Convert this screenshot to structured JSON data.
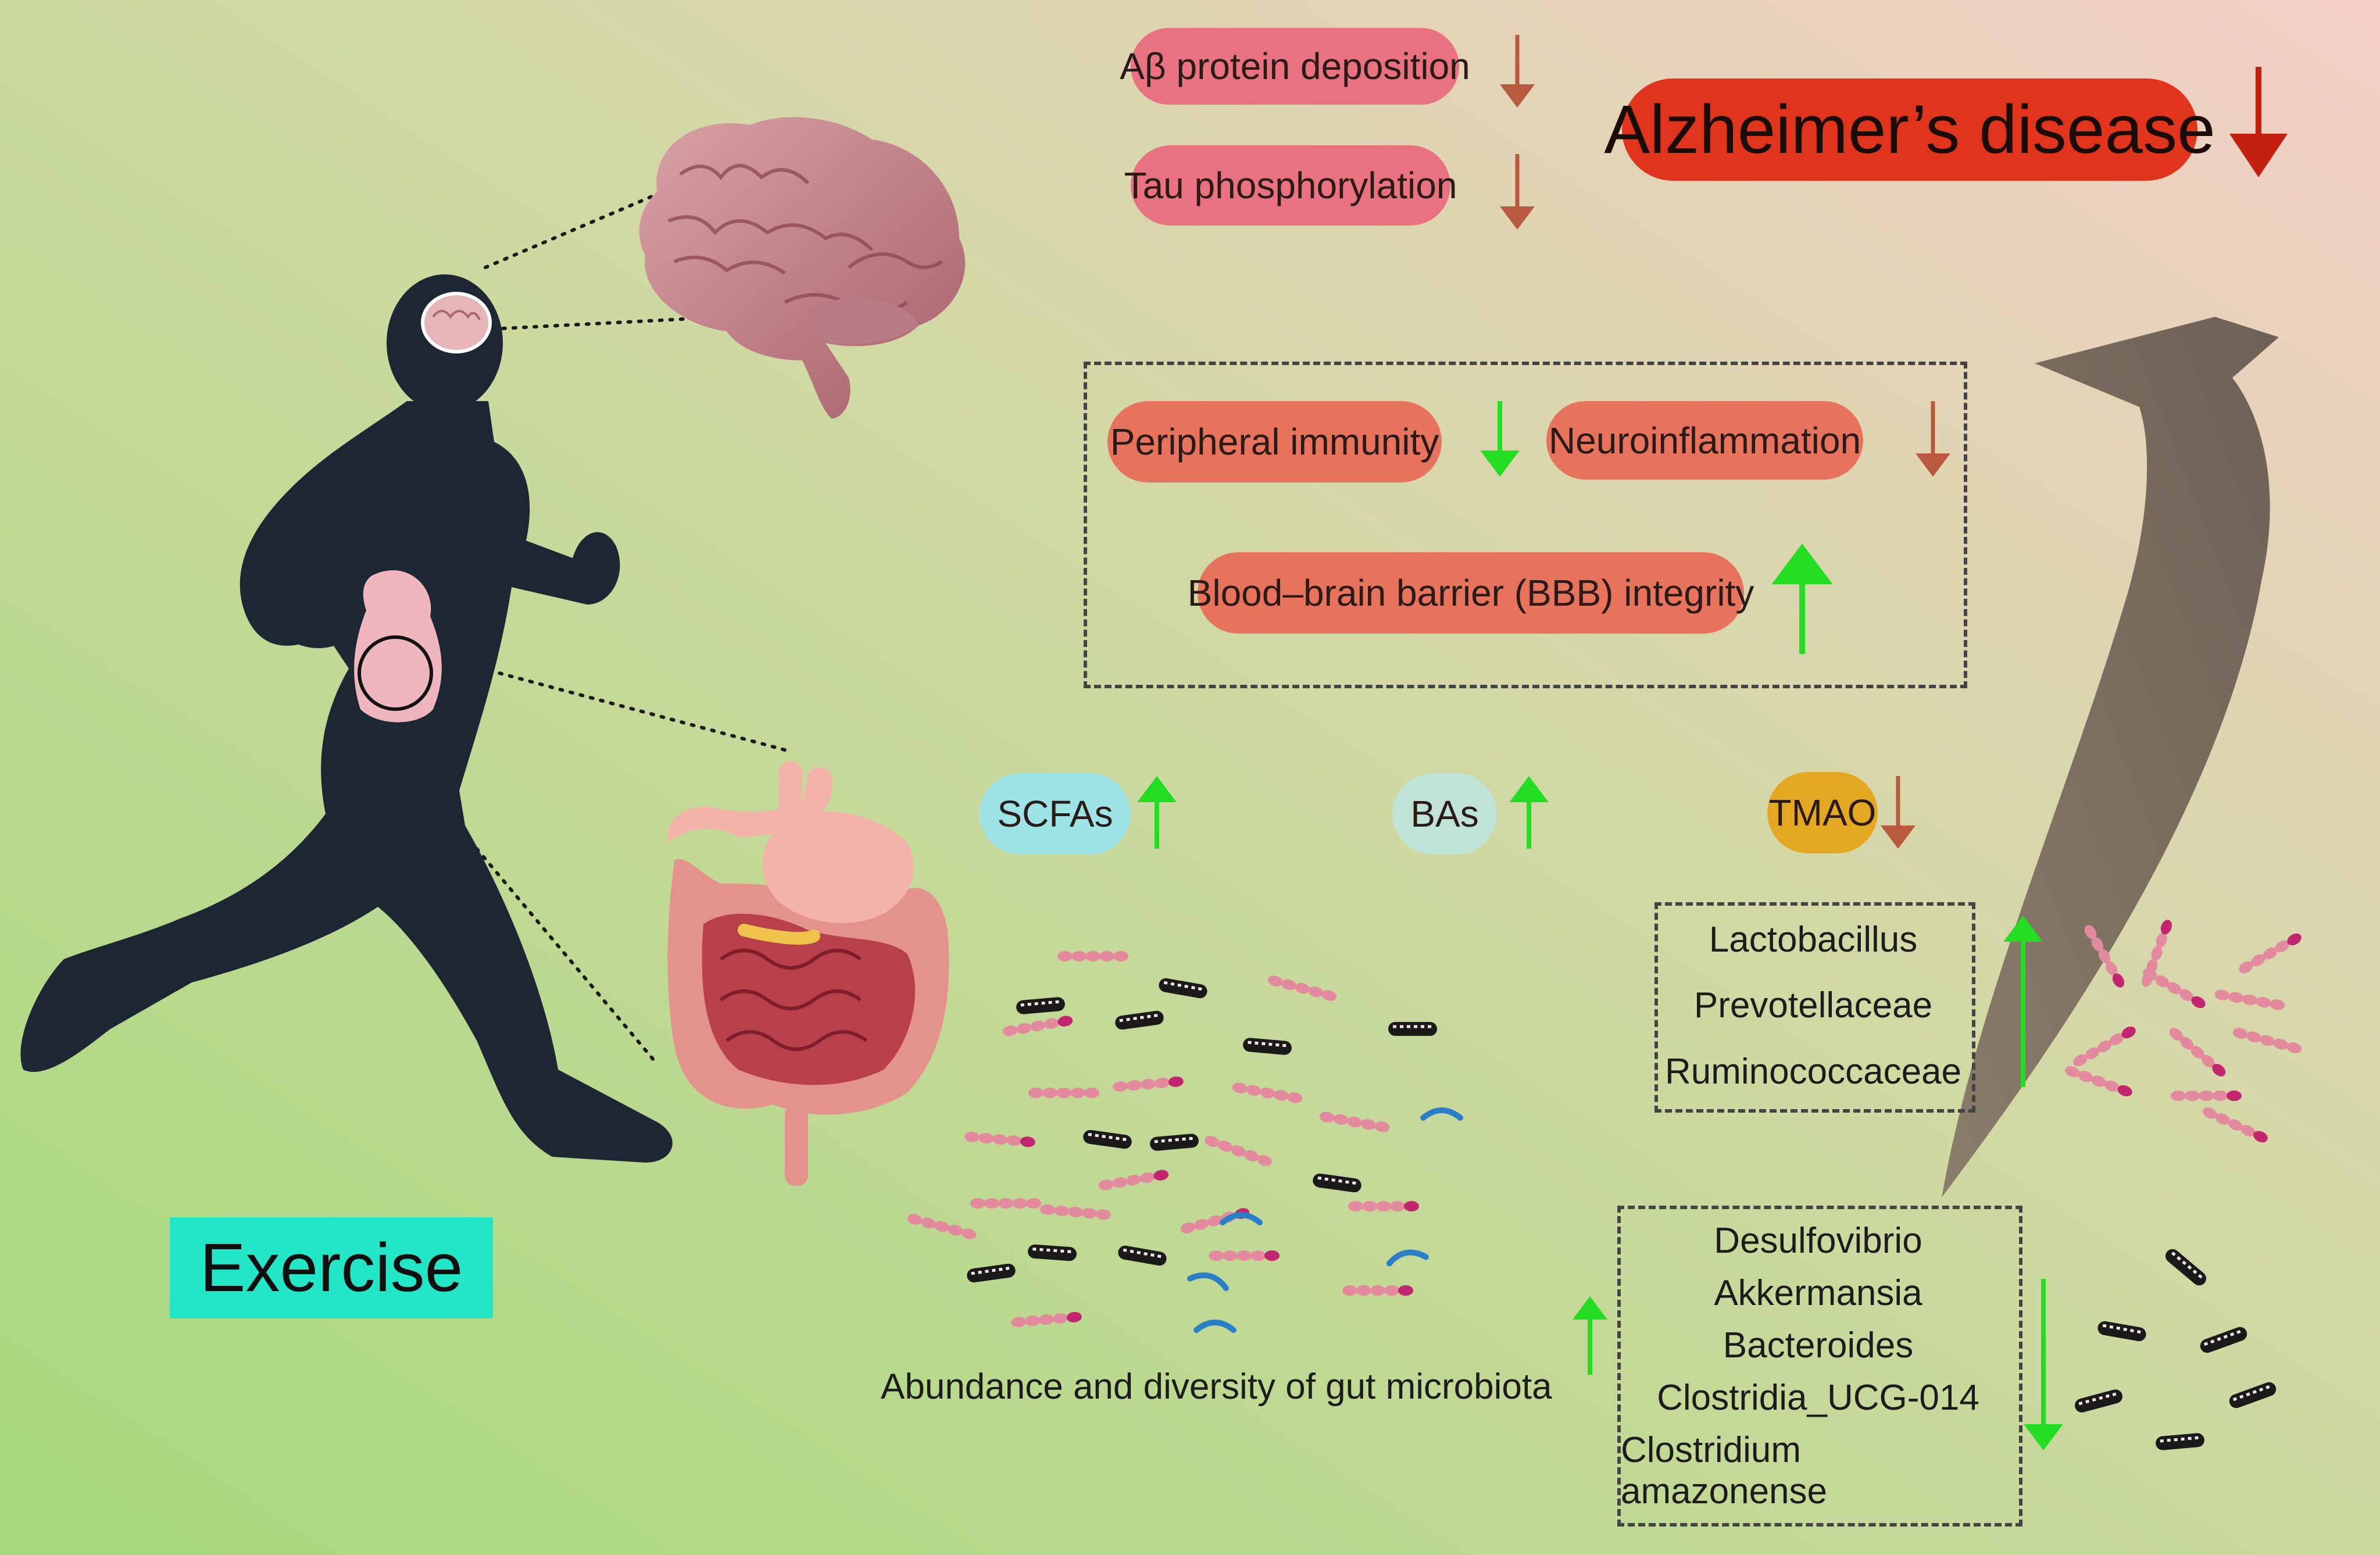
{
  "colors": {
    "background_start": "#a8d97c",
    "background_end": "#f4cfc7",
    "pathology_pill": "#e8727f",
    "immune_pill": "#e8735c",
    "disease_pill": "#e1341c",
    "scfa_pill": "#9ee3e6",
    "ba_pill": "#bfe3d6",
    "tmao_pill": "#e3a722",
    "exercise_label": "#22e6c6",
    "arrow_up": "#22dd22",
    "arrow_down": "#b85a40",
    "disease_arrow": "#c4200f",
    "big_arrow": "#7b6d5f",
    "silhouette": "#1d2733"
  },
  "title": "Alzheimer’s disease",
  "exercise_label": "Exercise",
  "brain_effects": [
    {
      "label": "Aβ protein deposition",
      "direction": "down"
    },
    {
      "label": "Tau phosphorylation",
      "direction": "down"
    }
  ],
  "immune_effects": {
    "peripheral": {
      "label": "Peripheral immunity",
      "direction": "down"
    },
    "neuro": {
      "label": "Neuroinflammation",
      "direction": "down"
    },
    "bbb": {
      "label": "Blood–brain barrier (BBB) integrity",
      "direction": "up"
    }
  },
  "metabolites": [
    {
      "label": "SCFAs",
      "direction": "up"
    },
    {
      "label": "BAs",
      "direction": "up"
    },
    {
      "label": "TMAO",
      "direction": "down"
    }
  ],
  "microbiota_caption": "Abundance and diversity of gut microbiota",
  "increased_taxa": [
    "Lactobacillus",
    "Prevotellaceae",
    "Ruminococcaceae"
  ],
  "decreased_taxa": [
    "Desulfovibrio",
    "Akkermansia",
    "Bacteroides",
    "Clostridia_UCG-014",
    "Clostridium amazonense"
  ],
  "icons": [
    "runner-silhouette-icon",
    "brain-icon",
    "digestive-system-icon",
    "rod-bacteria-icon",
    "chain-bacteria-icon",
    "vibrio-bacteria-icon"
  ]
}
